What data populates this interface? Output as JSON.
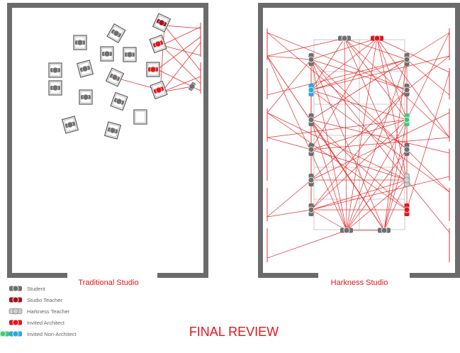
{
  "panels": {
    "left": {
      "caption": "Traditional Studio"
    },
    "right": {
      "caption": "Harkness Studio"
    }
  },
  "legend": {
    "items": [
      {
        "label": "Student",
        "color": "#6e6e6e",
        "icon": "student-icon"
      },
      {
        "label": "Studio Teacher",
        "color": "#a3141c",
        "icon": "studio-teacher-icon"
      },
      {
        "label": "Harkness Teacher",
        "color": "#d0d0d0",
        "icon": "harkness-teacher-icon"
      },
      {
        "label": "Invited Architect",
        "color": "#e3161c",
        "icon": "invited-architect-icon"
      },
      {
        "label": "Invited Non-Architect",
        "color": "#2aa7dd",
        "icon": "invited-non-architect-icon"
      }
    ],
    "extra_green": "#41c97a"
  },
  "title": "FINAL REVIEW",
  "colors": {
    "wall": "#6b6b6b",
    "line": "#e03030",
    "accent_text": "#e3161c"
  }
}
